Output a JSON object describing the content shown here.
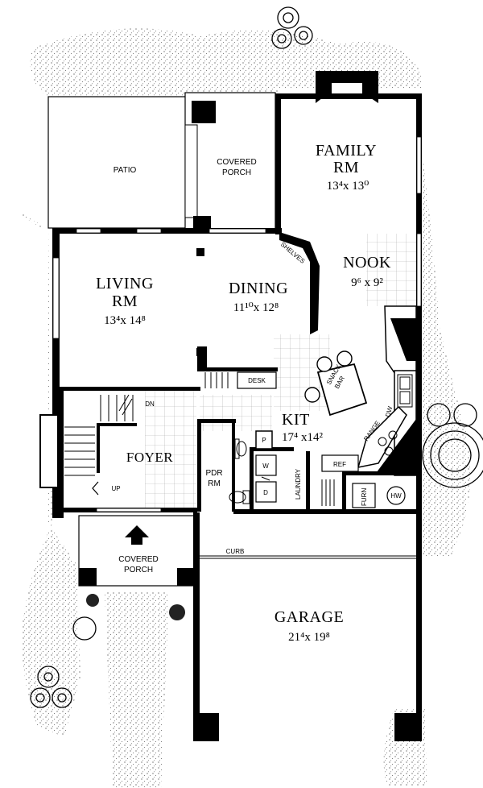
{
  "rooms": {
    "family": {
      "name_line1": "FAMILY",
      "name_line2": "RM",
      "dims": "13⁴x 13⁰"
    },
    "covered_porch_top": {
      "line1": "COVERED",
      "line2": "PORCH"
    },
    "patio": {
      "name": "PATIO"
    },
    "nook": {
      "name": "NOOK",
      "dims": "9⁶ x 9²"
    },
    "living": {
      "name_line1": "LIVING",
      "name_line2": "RM",
      "dims": "13⁴x 14⁸"
    },
    "dining": {
      "name": "DINING",
      "dims": "11¹⁰x 12⁸"
    },
    "kit": {
      "name": "KIT",
      "dims": "17⁴ x14²"
    },
    "foyer": {
      "name": "FOYER"
    },
    "pdr": {
      "line1": "PDR",
      "line2": "RM"
    },
    "garage": {
      "name": "GARAGE",
      "dims": "21⁴x 19⁸"
    },
    "covered_porch_front": {
      "line1": "COVERED",
      "line2": "PORCH"
    }
  },
  "fixtures": {
    "shelves": "SHELVES",
    "desk": "DESK",
    "snack_bar_1": "SNACK",
    "snack_bar_2": "BAR",
    "range": "RANGE",
    "dw": "DW",
    "ref": "REF",
    "pantry": "P",
    "washer": "W",
    "dryer": "D",
    "laundry": "LAUNDRY",
    "furn": "FURN",
    "hw": "HW",
    "curb": "CURB",
    "dn": "DN",
    "up": "UP"
  }
}
